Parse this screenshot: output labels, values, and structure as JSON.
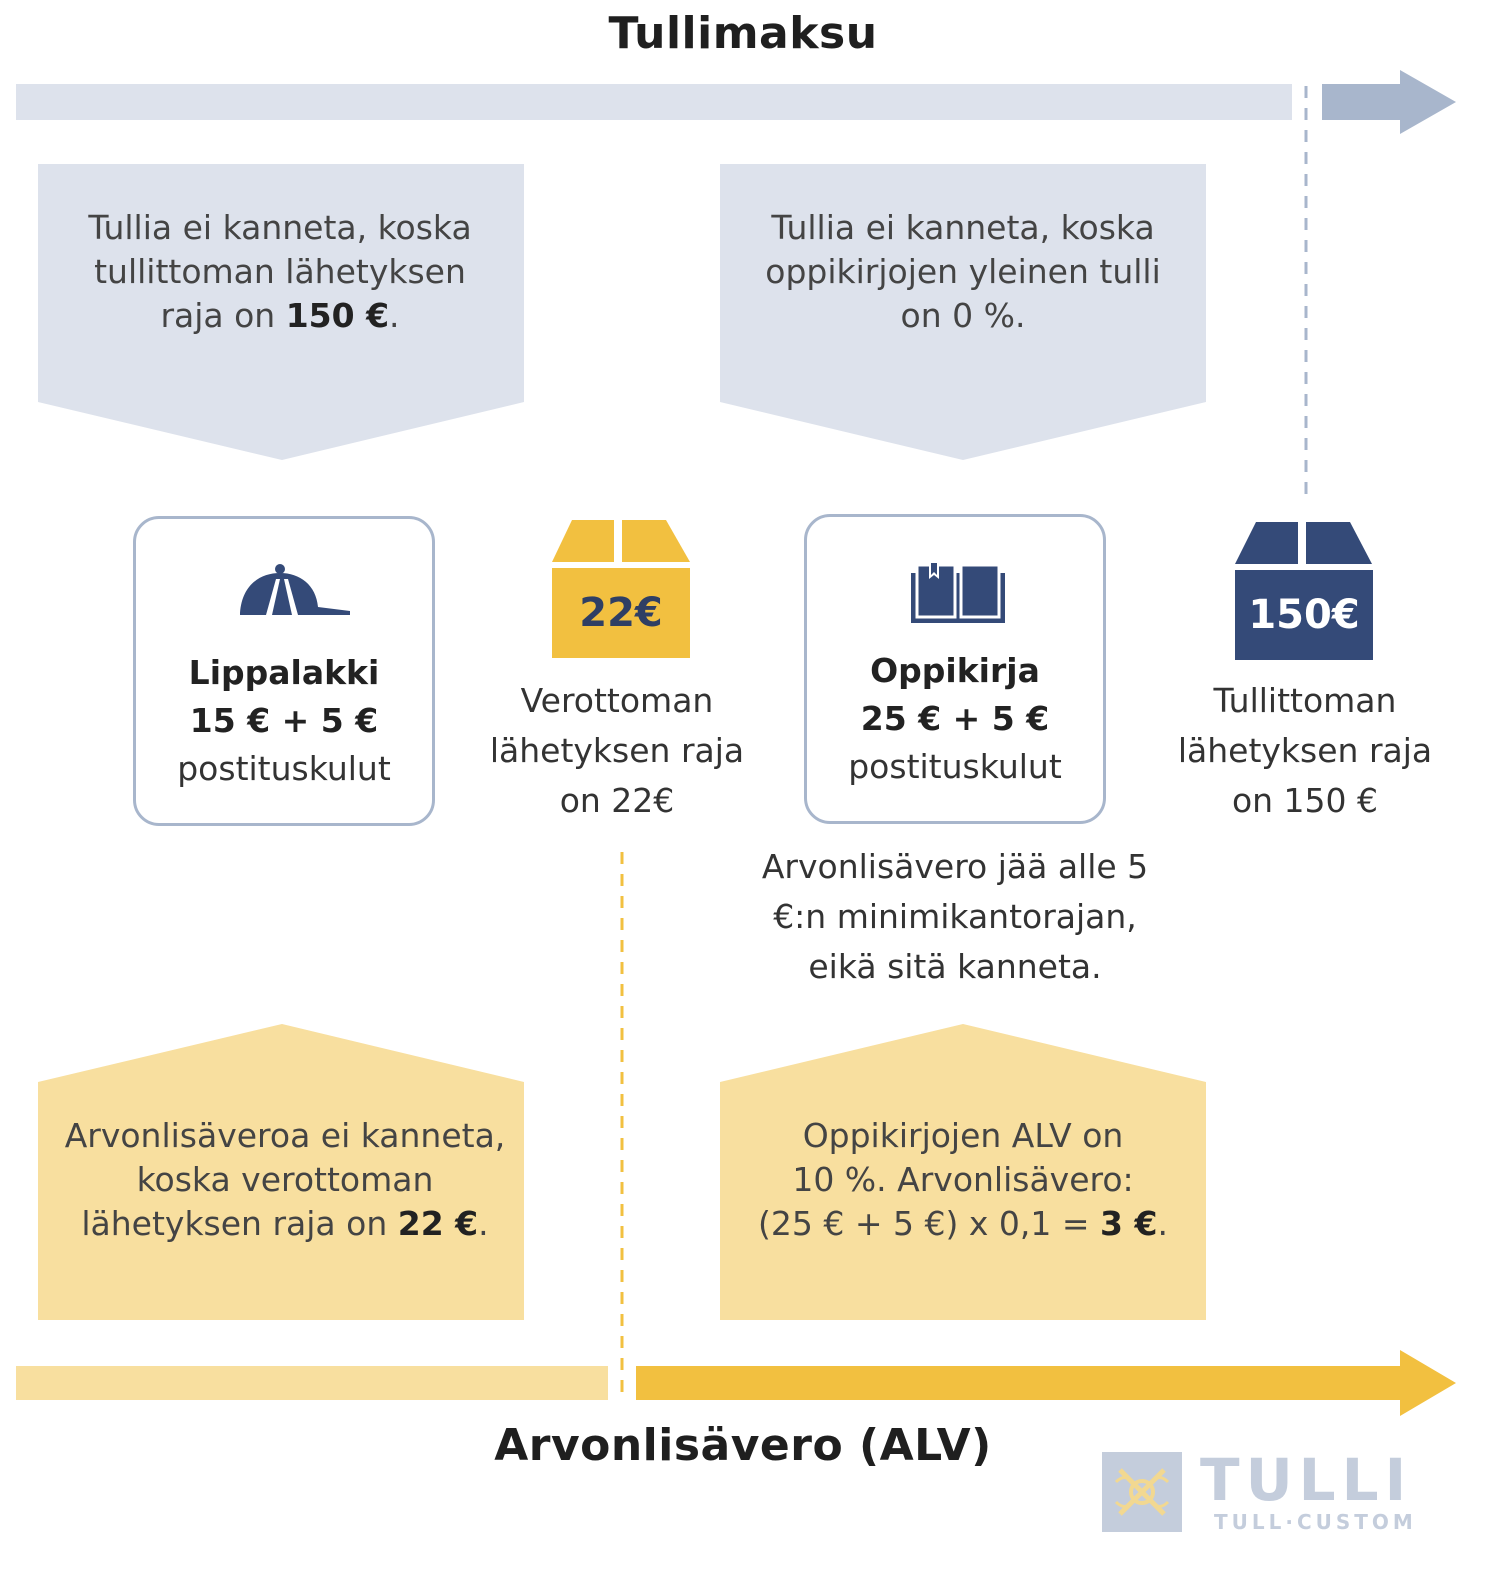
{
  "top_title": "Tullimaksu",
  "bottom_title": "Arvonlisävero (ALV)",
  "customs_box_left": {
    "text_before": "Tullia ei kanneta, koska tullittoman lähetyksen raja on ",
    "bold": "150 €",
    "text_after": "."
  },
  "customs_box_right": {
    "text": "Tullia ei kanneta, koska oppikirjojen yleinen tulli on 0 %."
  },
  "cap_card": {
    "name": "Lippalakki",
    "price": "15 € + 5 €",
    "sub": "postituskulut"
  },
  "book_card": {
    "name": "Oppikirja",
    "price": "25 € + 5 €",
    "sub": "postituskulut"
  },
  "package_22": {
    "price": "22€",
    "label": "Verottoman lähetyksen raja on 22€"
  },
  "package_150": {
    "price": "150€",
    "label": "Tullittoman lähetyksen raja on 150 €"
  },
  "vat_note": "Arvonlisävero jää alle 5 €:n minimikantorajan, eikä sitä kanneta.",
  "vat_box_left": {
    "text_before": "Arvonlisäveroa ei kanneta, koska verottoman lähetyksen raja on ",
    "bold": "22 €",
    "text_after": "."
  },
  "vat_box_right": {
    "line1": "Oppikirjojen ALV on",
    "line2": "10 %. Arvonlisävero:",
    "line3_before": "(25 € + 5 €) x 0,1 = ",
    "bold": "3 €",
    "line3_after": "."
  },
  "logo": {
    "name": "TULLI",
    "tagline": "TULL·CUSTOM"
  },
  "colors": {
    "customs_light": "#dde2ec",
    "customs_mid": "#a8b6cc",
    "customs_dark": "#344a78",
    "vat_light": "#f8df9f",
    "vat_mid": "#f2c040",
    "text": "#333333"
  },
  "icons": [
    "cap-icon",
    "book-icon",
    "package-icon"
  ]
}
